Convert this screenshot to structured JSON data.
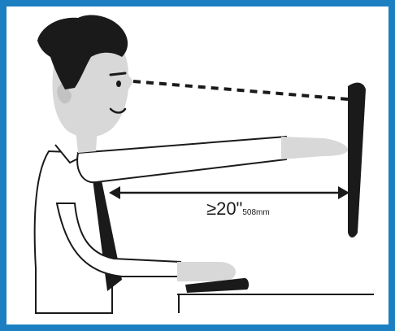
{
  "illustration": {
    "measure_symbol": "≥",
    "distance_inches": "20\"",
    "distance_mm_value": "508",
    "distance_mm_unit": "mm"
  },
  "colors": {
    "frame_border": "#1c7fc2",
    "skin": "#d8d8d8",
    "hair": "#1a1a1a",
    "outline": "#1a1a1a",
    "monitor": "#1a1a1a"
  },
  "icons": {
    "person": "person-at-desk-icon",
    "monitor": "monitor-icon",
    "keyboard": "keyboard-icon"
  }
}
